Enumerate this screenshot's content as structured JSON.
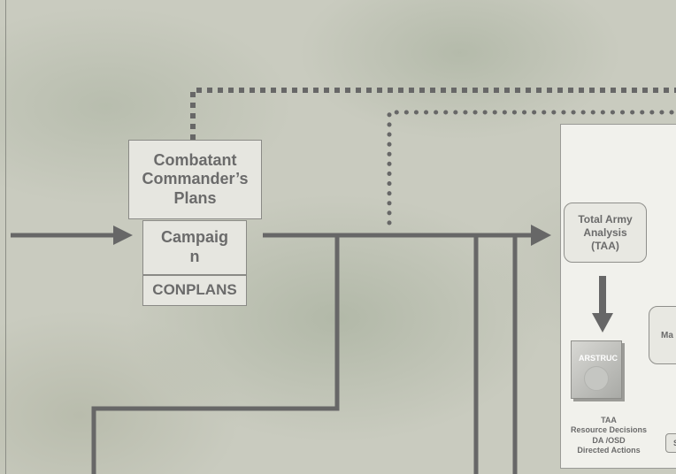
{
  "plans": {
    "combatant": "Combatant Commander’s Plans",
    "campaign": "Campaig n",
    "conplans": "CONPLANS"
  },
  "taa": {
    "label": "Total Army Analysis (TAA)"
  },
  "ma_box": {
    "partial_label": "Ma"
  },
  "arstruc": {
    "book_title": "ARSTRUC",
    "caption_lines": [
      "TAA",
      "Resource Decisions",
      "DA /OSD",
      "Directed Actions"
    ]
  },
  "small_box": {
    "partial_label": "S"
  },
  "colors": {
    "line": "#676767",
    "box_fill": "#e6e6e0",
    "text": "#6b6b6b"
  }
}
